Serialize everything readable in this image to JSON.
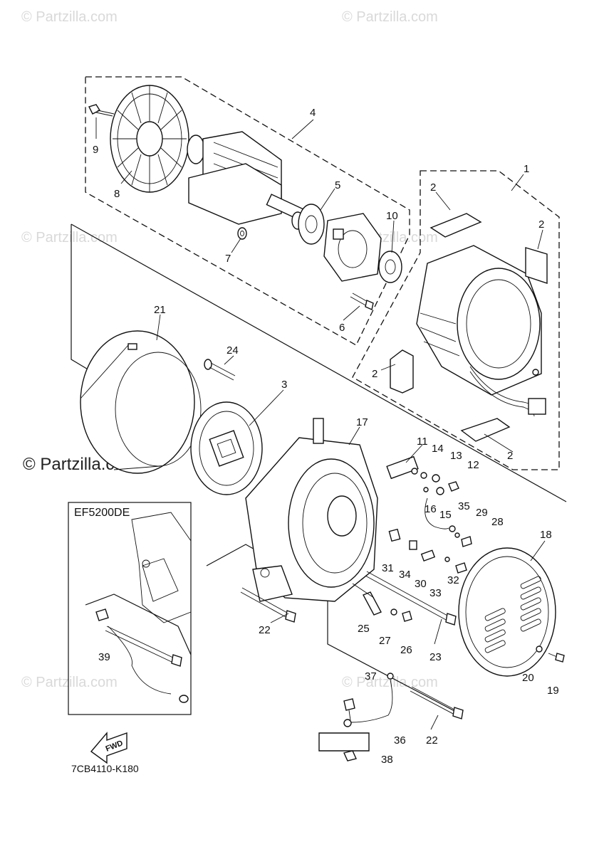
{
  "watermarks": {
    "top_left": "© Partzilla.com",
    "top_right": "© Partzilla.com",
    "mid_left": "© Partzilla.com",
    "mid_right": "© Partzilla.com",
    "center_bold": "© Partzilla.com",
    "bottom_left": "© Partzilla.com",
    "bottom_right": "© Partzilla.com"
  },
  "inset": {
    "title": "EF5200DE"
  },
  "fwd_label": "FWD",
  "diagram_code": "7CB4110-K180",
  "callouts": {
    "c1": "1",
    "c2a": "2",
    "c2b": "2",
    "c2c": "2",
    "c2d": "2",
    "c3": "3",
    "c4": "4",
    "c5": "5",
    "c6": "6",
    "c7": "7",
    "c8": "8",
    "c9": "9",
    "c10": "10",
    "c11": "11",
    "c12": "12",
    "c13": "13",
    "c14": "14",
    "c15": "15",
    "c16": "16",
    "c17": "17",
    "c18": "18",
    "c19": "19",
    "c20": "20",
    "c21": "21",
    "c22a": "22",
    "c22b": "22",
    "c23": "23",
    "c24": "24",
    "c25": "25",
    "c26": "26",
    "c27": "27",
    "c28": "28",
    "c29": "29",
    "c30": "30",
    "c31": "31",
    "c32": "32",
    "c33": "33",
    "c34": "34",
    "c35": "35",
    "c36": "36",
    "c37": "37",
    "c38": "38",
    "c39": "39"
  }
}
